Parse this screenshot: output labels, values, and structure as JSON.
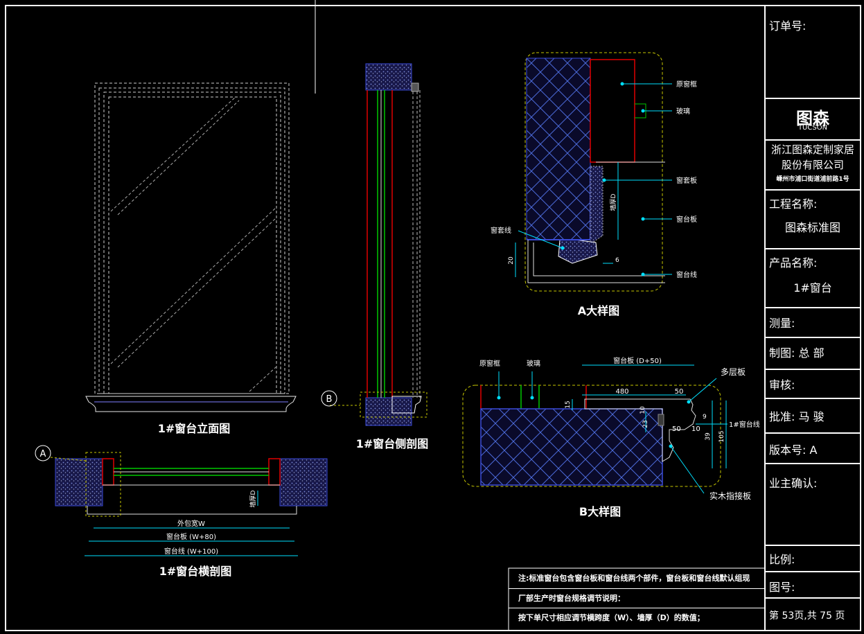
{
  "drawings": {
    "elevation_title": "1#窗台立面图",
    "side_section_title": "1#窗台侧剖图",
    "cross_section_title": "1#窗台横剖图",
    "detail_a_title": "A大样图",
    "detail_b_title": "B大样图",
    "marker_a": "A",
    "marker_b": "B"
  },
  "dimensions": {
    "outer_width": "外包宽W",
    "sill_board": "窗台板 (W+80)",
    "sill_line": "窗台线 (W+100)",
    "wall_thickness": "墙厚D",
    "sill_board_depth": "窗台板 (D+50)",
    "d_480": "480",
    "d_50a": "50",
    "d_10a": "10",
    "d_15": "15",
    "d_20": "20",
    "d_6": "6",
    "d_9": "9",
    "d_50b": "50",
    "d_10b": "10",
    "d_23": "23",
    "d_39": "39",
    "d_105": "105"
  },
  "callouts_a": {
    "window_frame": "原窗框",
    "glass": "玻璃",
    "window_cover": "窗套板",
    "sill_board": "窗台板",
    "sill_line": "窗台线",
    "cover_line": "窗套线"
  },
  "callouts_b": {
    "window_frame": "原窗框",
    "glass": "玻璃",
    "multilayer": "多层板",
    "sill_line": "1#窗台线",
    "solid_wood": "实木指接板"
  },
  "notes": [
    "注:标准窗台包含窗台板和窗台线两个部件，窗台板和窗台线默认组现",
    "厂部生产时窗台规格调节说明：",
    "按下单尺寸相应调节横跨度（W）、墙厚（D）的数值；"
  ],
  "title_block": {
    "order_label": "订单号:",
    "logo_cn": "图森",
    "logo_en": "TUCSON",
    "company_line1": "浙江图森定制家居",
    "company_line2": "股份有限公司",
    "company_address": "嵊州市浦口街道浦前路1号",
    "project_label": "工程名称:",
    "project_value": "图森标准图",
    "product_label": "产品名称:",
    "product_value": "1#窗台",
    "survey_label": "测量:",
    "drafter_label": "制图: 总 部",
    "review_label": "审核:",
    "approve_label": "批准: 马 骏",
    "version_label": "版本号: A",
    "owner_label": "业主确认:",
    "scale_label": "比例:",
    "drawing_no_label": "图号:",
    "page_label": "第 53页,共 75 页"
  },
  "colors": {
    "background": "#000000",
    "wall_hatch": "#1e2fd8",
    "frame_red": "#e00000",
    "glass_green": "#00c800",
    "dimension_cyan": "#00e0ff",
    "hidden_line": "#c8c800"
  }
}
